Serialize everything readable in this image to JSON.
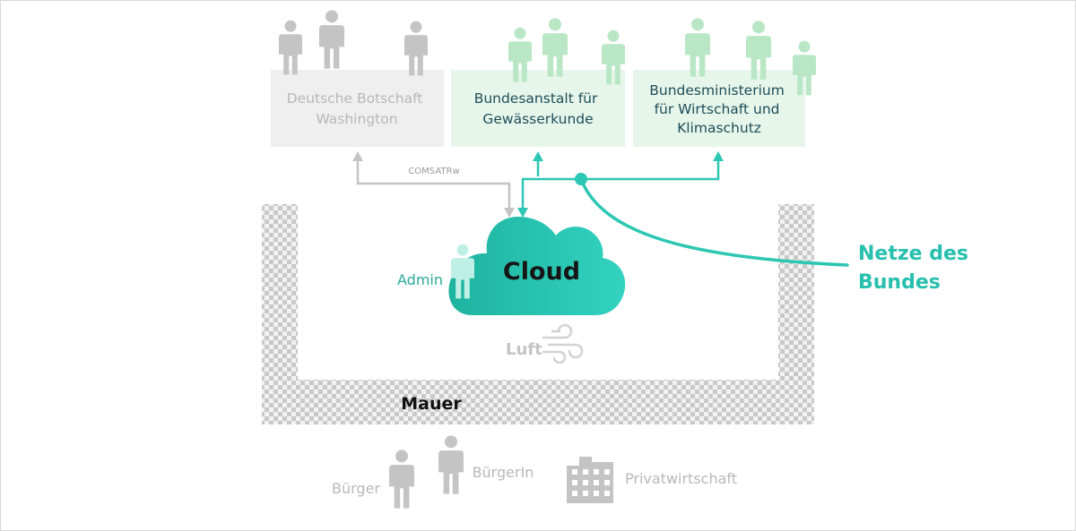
{
  "organizations": {
    "embassy": {
      "line1": "Deutsche Botschaft",
      "line2": "Washington"
    },
    "bfg": {
      "line1": "Bundesanstalt für",
      "line2": "Gewässerkunde"
    },
    "bmwk": {
      "line1": "Bundesministerium",
      "line2": "für Wirtschaft und",
      "line3": "Klimaschutz"
    }
  },
  "connections": {
    "comsat_label": "COMSATRw"
  },
  "cloud": {
    "label": "Cloud",
    "admin_label": "Admin",
    "air_label": "Luft"
  },
  "wall": {
    "label": "Mauer"
  },
  "network": {
    "label_line1": "Netze des",
    "label_line2": "Bundes"
  },
  "public": {
    "citizen_m": "Bürger",
    "citizen_f": "BürgerIn",
    "private_sector": "Privatwirtschaft"
  },
  "colors": {
    "grey": "#c4c4c4",
    "grey_box": "#efefef",
    "green_box": "#e6f6ea",
    "green_person": "#b9e7c6",
    "teal": "#2cc7b3",
    "teal_dark": "#1bb4a4",
    "dark_text": "#1f4d5a",
    "admin_person": "#bff0e6",
    "admin_text": "#2aa99a",
    "network_text": "#27bfae"
  },
  "icons": {
    "person": "person-icon",
    "building": "building-icon",
    "wind": "wind-icon",
    "cloud": "cloud-icon"
  }
}
